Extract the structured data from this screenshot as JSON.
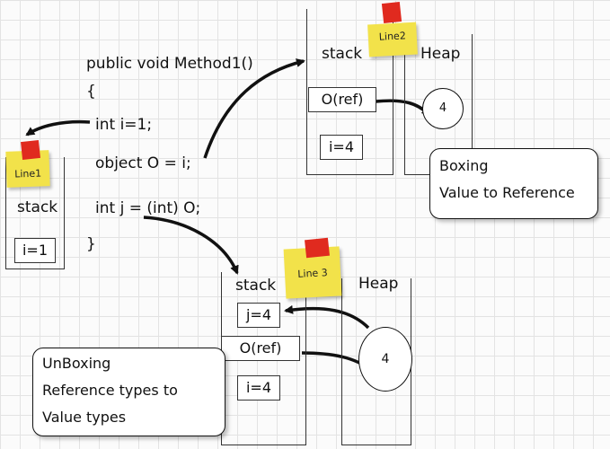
{
  "code": {
    "line1": "public void Method1()",
    "line2": "{",
    "line3": "int i=1;",
    "line4": "object O = i;",
    "line5": "int j = (int) O;",
    "line6": "}"
  },
  "frame1": {
    "note": "Line1",
    "stack_label": "stack",
    "cell_i": "i=1"
  },
  "frame2": {
    "note": "Line2",
    "stack_label": "stack",
    "heap_label": "Heap",
    "cell_ref": "O(ref)",
    "cell_i": "i=4",
    "heap_value": "4",
    "callout_title": "Boxing",
    "callout_text": "Value to Reference"
  },
  "frame3": {
    "note": "Line 3",
    "stack_label": "stack",
    "heap_label": "Heap",
    "cell_j": "j=4",
    "cell_ref": "O(ref)",
    "cell_i": "i=4",
    "heap_value": "4",
    "callout_title": "UnBoxing",
    "callout_line2": "Reference types to",
    "callout_line3": "Value types"
  }
}
